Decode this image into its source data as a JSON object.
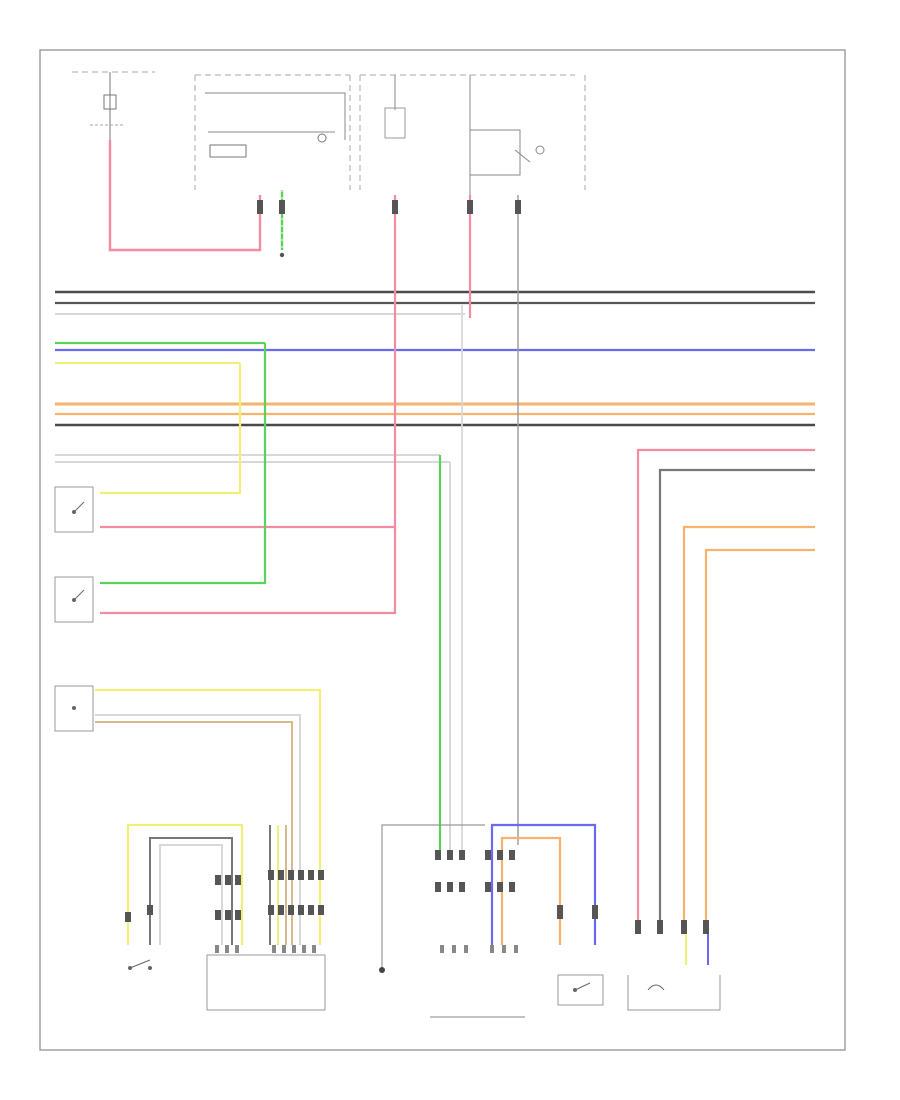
{
  "diagram": {
    "figure_id": "",
    "colors": {
      "black": "#4a4a4a",
      "dark_gray": "#777777",
      "white": "#d8d8d8",
      "pink": "#f28ca0",
      "green": "#5bd05b",
      "blue": "#6a6af0",
      "yellow": "#f1ee7a",
      "orange": "#f7b26b",
      "tan": "#d9b98a"
    },
    "bus_labels": [
      "",
      "",
      "",
      "",
      "",
      "",
      "",
      "",
      "",
      "",
      "",
      "",
      ""
    ],
    "components": [
      {
        "name": "",
        "role": "fuse-block-left"
      },
      {
        "name": "",
        "role": "instrument-cluster-upper"
      },
      {
        "name": "",
        "role": "fuse-block-center"
      },
      {
        "name": "",
        "role": "relay-block-right"
      },
      {
        "name": "",
        "role": "splice-green"
      },
      {
        "name": "",
        "role": "heater-valve-switch"
      },
      {
        "name": "",
        "role": "clutch-switch"
      },
      {
        "name": "",
        "role": "brake-pressure-sensor"
      },
      {
        "name": "",
        "role": "brake-switch"
      },
      {
        "name": "",
        "role": "engine-module"
      },
      {
        "name": "",
        "role": "ground-point"
      },
      {
        "name": "",
        "role": "transmission-module"
      },
      {
        "name": "",
        "role": "transmission-range-sensor"
      },
      {
        "name": "",
        "role": "generator"
      }
    ]
  }
}
